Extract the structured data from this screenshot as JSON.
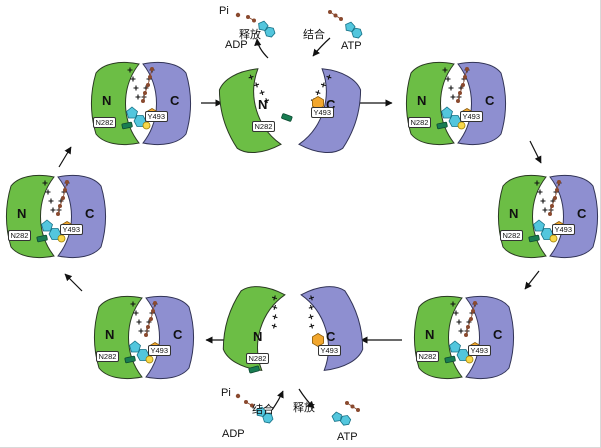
{
  "diagram": {
    "domain_labels": {
      "n": "N",
      "c": "C",
      "n_site": "N282",
      "c_site": "Y493"
    },
    "top_exchange": {
      "pi": "Pi",
      "release": "释放",
      "adp": "ADP",
      "bind": "结合",
      "atp": "ATP"
    },
    "bottom_exchange": {
      "pi": "Pi",
      "adp": "ADP",
      "bind": "结合",
      "release": "释放",
      "atp": "ATP"
    }
  },
  "colors": {
    "n_domain": "#6cbe45",
    "c_domain": "#8e8fd0",
    "ring": "#53c6dd",
    "phosphate": "#8a4a2f",
    "hexagon": "#f2a72e",
    "cofactor": "#f8d84a",
    "peptide": "#197d52"
  }
}
